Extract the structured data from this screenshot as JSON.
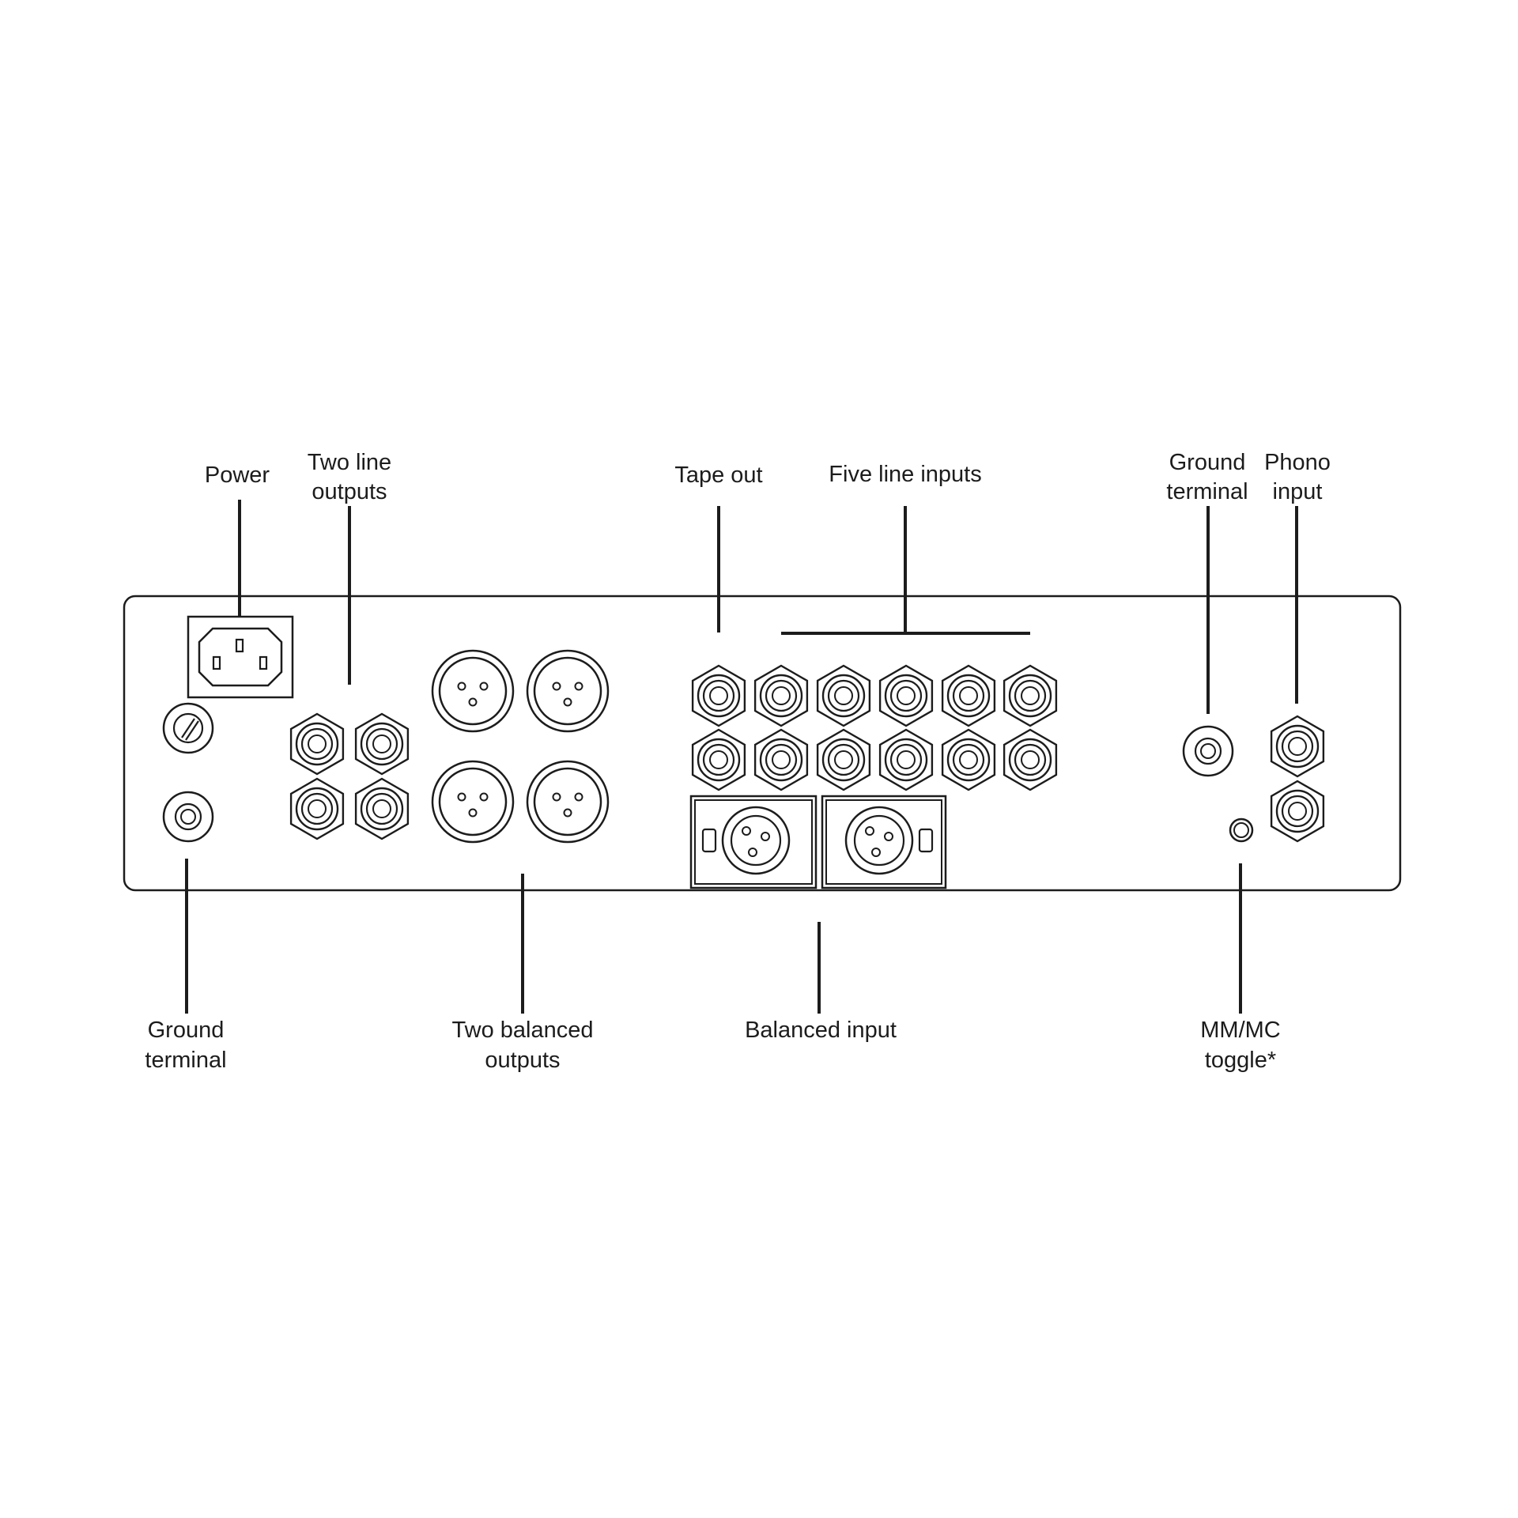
{
  "colors": {
    "ink": "#1c1c1c",
    "background": "#ffffff"
  },
  "labels": {
    "power": "Power",
    "line_outputs": [
      "Two line",
      "outputs"
    ],
    "tape_out": "Tape out",
    "line_inputs": "Five line inputs",
    "ground_top": [
      "Ground",
      "terminal"
    ],
    "phono_input": [
      "Phono",
      "input"
    ],
    "ground_bottom": [
      "Ground",
      "terminal"
    ],
    "balanced_outputs": [
      "Two balanced",
      "outputs"
    ],
    "balanced_input": "Balanced input",
    "mm_mc_toggle": [
      "MM/MC",
      "toggle*"
    ]
  }
}
